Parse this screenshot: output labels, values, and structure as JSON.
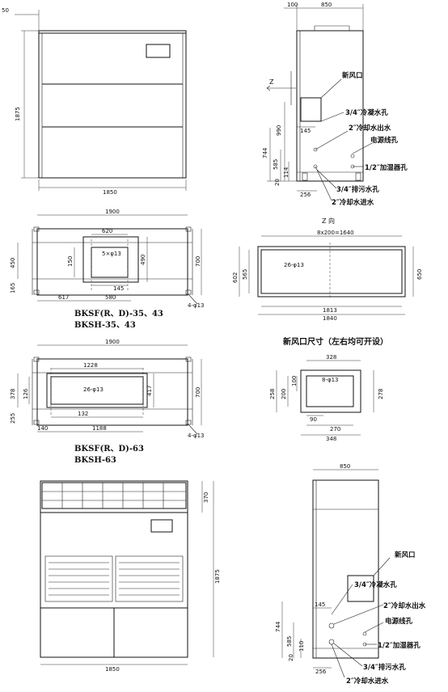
{
  "view1": {
    "d50": "50",
    "d1875": "1875",
    "d1850": "1850"
  },
  "view_side1": {
    "d100": "100",
    "d850": "850",
    "label_z": "Z",
    "d990": "990",
    "d744": "744",
    "d585": "585",
    "d114": "114",
    "d20": "20",
    "d145": "145",
    "d256": "256",
    "xinfengkou": "新风口",
    "lengning": "3/4″冷凝水孔",
    "lengque_out": "2″冷却水出水",
    "dianyuan": "电源线孔",
    "jiashi": "1/2″加湿器孔",
    "paiwu": "3/4″排污水孔",
    "lengque_in": "2″冷却水进水"
  },
  "plan1": {
    "d1900": "1900",
    "d620": "620",
    "d450": "450",
    "d150": "150",
    "d490": "490",
    "d700": "700",
    "d165": "165",
    "d145": "145",
    "d617": "617",
    "d580": "580",
    "hole": "5×φ13",
    "d4phi": "4-φ13",
    "caption1": "BKSF(R、D)-35、43",
    "caption2": "BKSH-35、43"
  },
  "zview": {
    "title": "Z 向",
    "d8x200": "8x200=1640",
    "d602": "602",
    "d565": "565",
    "d650": "650",
    "hole": "26-φ13",
    "d1813": "1813",
    "d1840": "1840"
  },
  "plan2": {
    "d1900": "1900",
    "d1228": "1228",
    "d378": "378",
    "d126": "126",
    "d417": "417",
    "d700": "700",
    "d255": "255",
    "d132": "132",
    "d140": "140",
    "d1188": "1188",
    "hole": "26-φ13",
    "d4phi": "4-φ13",
    "caption1": "BKSF(R、D)-63",
    "caption2": "BKSH-63"
  },
  "fresh_air": {
    "title": "新风口尺寸（左右均可开设）",
    "d328": "328",
    "d258": "258",
    "d200": "200",
    "d100": "100",
    "d278": "278",
    "hole": "8-φ13",
    "d90": "90",
    "d270": "270",
    "d348": "348"
  },
  "view2": {
    "d370": "370",
    "d1875": "1875",
    "d1850": "1850"
  },
  "view_side2": {
    "d850": "850",
    "d744": "744",
    "d585": "585",
    "d145": "145",
    "d110": "110",
    "d20": "20",
    "d256": "256",
    "xinfengkou": "新风口",
    "lengning": "3/4″冷凝水孔",
    "lengque_out": "2″冷却水出水",
    "dianyuan": "电源线孔",
    "jiashi": "1/2″加湿器孔",
    "paiwu": "3/4″排污水孔",
    "lengque_in": "2″冷却水进水"
  }
}
